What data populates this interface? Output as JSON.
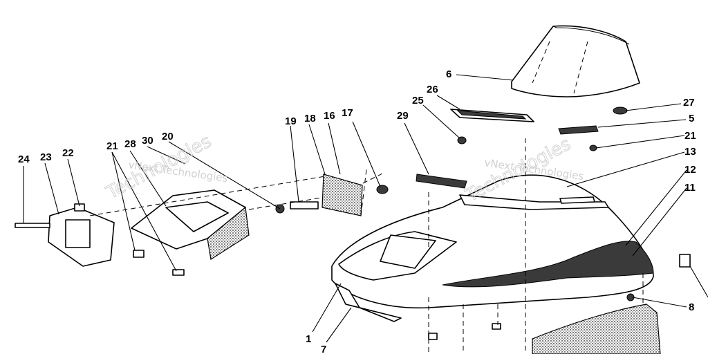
{
  "watermarks": [
    {
      "id": "wm1",
      "line1": "vNext Technologies",
      "line2": "Technologies"
    },
    {
      "id": "wm2",
      "line1": "vNext Technologies",
      "line2": "Technologies"
    }
  ],
  "callouts": [
    {
      "id": "c24",
      "text": "24"
    },
    {
      "id": "c23",
      "text": "23"
    },
    {
      "id": "c22",
      "text": "22"
    },
    {
      "id": "c21a",
      "text": "21"
    },
    {
      "id": "c28",
      "text": "28"
    },
    {
      "id": "c30",
      "text": "30"
    },
    {
      "id": "c20",
      "text": "20"
    },
    {
      "id": "c19",
      "text": "19"
    },
    {
      "id": "c18",
      "text": "18"
    },
    {
      "id": "c16",
      "text": "16"
    },
    {
      "id": "c17",
      "text": "17"
    },
    {
      "id": "c29",
      "text": "29"
    },
    {
      "id": "c25",
      "text": "25"
    },
    {
      "id": "c26",
      "text": "26"
    },
    {
      "id": "c6",
      "text": "6"
    },
    {
      "id": "c27",
      "text": "27"
    },
    {
      "id": "c5",
      "text": "5"
    },
    {
      "id": "c21b",
      "text": "21"
    },
    {
      "id": "c13",
      "text": "13"
    },
    {
      "id": "c12",
      "text": "12"
    },
    {
      "id": "c11",
      "text": "11"
    },
    {
      "id": "c8",
      "text": "8"
    },
    {
      "id": "c1",
      "text": "1"
    },
    {
      "id": "c7",
      "text": "7"
    }
  ]
}
